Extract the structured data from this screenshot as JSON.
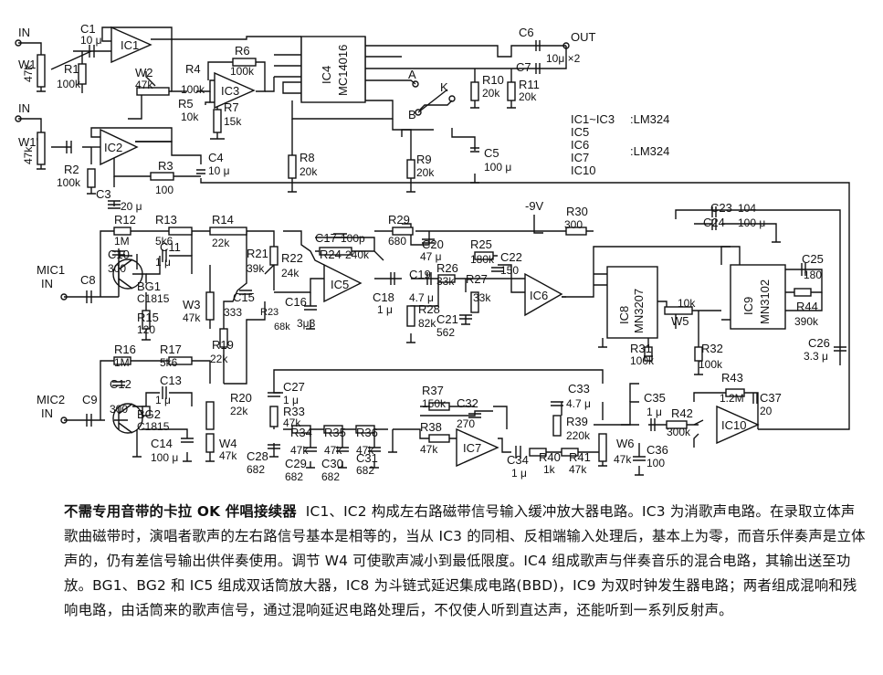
{
  "caption": {
    "title": "不需专用音带的卡拉 OK 伴唱接续器",
    "body": "IC1、IC2 构成左右路磁带信号输入缓冲放大器电路。IC3 为消歌声电路。在录取立体声歌曲磁带时，演唱者歌声的左右路信号基本是相等的，当从 IC3 的同相、反相端输入处理后，基本上为零，而音乐伴奏声是立体声的，仍有差信号输出供伴奏使用。调节 W4 可使歌声减小到最低限度。IC4 组成歌声与伴奏音乐的混合电路，其输出送至功放。BG1、BG2 和 IC5 组成双话筒放大器，IC8 为斗链式延迟集成电路(BBD)，IC9 为双时钟发生器电路；两者组成混响和残响电路，由话筒来的歌声信号，通过混响延迟电路处理后，不仅使人听到直达声，还能听到一系列反射声。"
  },
  "legend": {
    "l1": "IC1~IC3",
    "v1": ":LM324",
    "l2": "IC5",
    "l3": "IC6",
    "l4": "IC7",
    "l5": "IC10",
    "v2": ":LM324"
  },
  "ic": {
    "ic1": "IC1",
    "ic2": "IC2",
    "ic3": "IC3",
    "ic4a": "IC4",
    "ic4b": "MC14016",
    "ic5": "IC5",
    "ic6": "IC6",
    "ic7": "IC7",
    "ic8a": "IC8",
    "ic8b": "MN3207",
    "ic9a": "IC9",
    "ic9b": "MN3102",
    "ic10": "IC10"
  },
  "labels": {
    "in1": "IN",
    "in2": "IN",
    "out": "OUT",
    "neg9v": "-9V",
    "mic1": "MIC1",
    "mic1in": "IN",
    "mic2": "MIC2",
    "mic2in": "IN",
    "a": "A",
    "b": "B",
    "k": "K",
    "c1": "C1",
    "c1v": "10 μ",
    "w1": "W1",
    "w1v": "47k",
    "r1": "R1",
    "r1v": "100k",
    "w1p": "W1'",
    "w1pv": "47k",
    "r2": "R2",
    "r2v": "100k",
    "w2": "W2",
    "w2v": "47k",
    "r4": "R4",
    "r4v": "100k",
    "r5": "R5",
    "r5v": "10k",
    "r6": "R6",
    "r6v": "100k",
    "r7": "R7",
    "r7v": "15k",
    "c4": "C4",
    "c4v": "10 μ",
    "r3": "R3",
    "r3v": "100",
    "c3": "C3",
    "c3v": "20 μ",
    "r8": "R8",
    "r8v": "20k",
    "r9": "R9",
    "r9v": "20k",
    "c5": "C5",
    "c5v": "100 μ",
    "c6": "C6",
    "c7": "C7",
    "c67v": "10μ ×2",
    "r10": "R10",
    "r10v": "20k",
    "r11": "R11",
    "r11v": "20k",
    "r12": "R12",
    "r12v": "1M",
    "r13": "R13",
    "r13v": "5k6",
    "r14": "R14",
    "r14v": "22k",
    "c10": "C10",
    "c10v": "300",
    "c11": "C11",
    "c11v": "1 μ",
    "c8": "C8",
    "bg1": "BG1",
    "bg1v": "C1815",
    "r15": "R15",
    "r15v": "120",
    "w3": "W3",
    "w3v": "47k",
    "c15": "C15",
    "c15v": "333",
    "r19": "R19",
    "r19v": "22k",
    "r20": "R20",
    "r20v": "22k",
    "w4": "W4",
    "w4v": "47k",
    "r21": "R21",
    "r21v": "39k",
    "r22": "R22",
    "r22v": "24k",
    "r23": "R23",
    "r23v": "68k",
    "c16": "C16",
    "c16v": "3μ3",
    "c17": "C17",
    "c17v": "100p",
    "r24": "R24",
    "r24v": "240k",
    "c18": "C18",
    "c18v": "1 μ",
    "c19": "C19",
    "c19v": "4.7 μ",
    "r29": "R29",
    "r29v": "680",
    "c20": "C20",
    "c20v": "47 μ",
    "r25": "R25",
    "r25v": "180k",
    "c22": "C22",
    "c22v": "150",
    "r26": "R26",
    "r26v": "33k",
    "r27": "R27",
    "r27v": "33k",
    "r28": "R28",
    "r28v": "82k",
    "c21": "C21",
    "c21v": "562",
    "r30": "R30",
    "r30v": "300",
    "c23": "C23",
    "c23v": "104",
    "c24": "C24",
    "c24v": "100 μ",
    "c25": "C25",
    "c25v": "180",
    "r44": "R44",
    "r44v": "390k",
    "w5": "W5",
    "w5v": "10k",
    "r31": "R31",
    "r31v": "100k",
    "r32": "R32",
    "r32v": "100k",
    "c26": "C26",
    "c26v": "3.3 μ",
    "r16": "R16",
    "r16v": "1M",
    "r17": "R17",
    "r17v": "5k6",
    "c12": "C12",
    "c12v": "300",
    "c13": "C13",
    "c13v": "1 μ",
    "c9": "C9",
    "bg2": "BG2",
    "bg2v": "C1815",
    "c14": "C14",
    "c14v": "100 μ",
    "c27": "C27",
    "c27v": "1 μ",
    "r33": "R33",
    "r33v": "47k",
    "r34": "R34",
    "r34v": "47k",
    "r35": "R35",
    "r35v": "47k",
    "r36": "R36",
    "r36v": "47k",
    "c28": "C28",
    "c28v": "682",
    "c29": "C29",
    "c29v": "682",
    "c30": "C30",
    "c30v": "682",
    "c31": "C31",
    "c31v": "682",
    "r37": "R37",
    "r37v": "150k",
    "c32": "C32",
    "c32v": "270",
    "r38": "R38",
    "r38v": "47k",
    "c33": "C33",
    "c33v": "4.7 μ",
    "r39": "R39",
    "r39v": "220k",
    "c34": "C34",
    "c34v": "1 μ",
    "r40": "R40",
    "r40v": "1k",
    "r41": "R41",
    "r41v": "47k",
    "w6": "W6",
    "w6v": "47k",
    "c35": "C35",
    "c35v": "1 μ",
    "c36": "C36",
    "c36v": "100",
    "r42": "R42",
    "r42v": "300k",
    "r43": "R43",
    "r43v": "1.2M",
    "c37": "C37",
    "c37v": "20"
  }
}
